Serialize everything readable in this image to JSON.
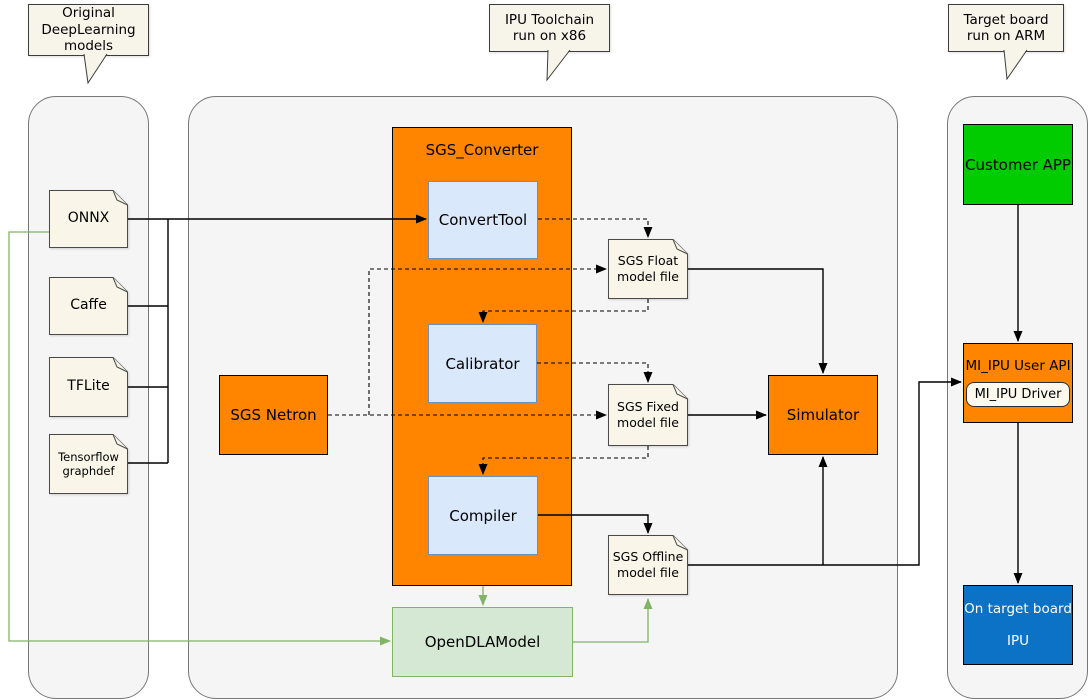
{
  "callouts": {
    "models": "Original\nDeepLearning\nmodels",
    "toolchain": "IPU Toolchain\nrun on x86",
    "target": "Target board\nrun on ARM"
  },
  "source_models": {
    "onnx": "ONNX",
    "caffe": "Caffe",
    "tflite": "TFLite",
    "tf_graphdef": "Tensorflow\ngraphdef"
  },
  "toolchain": {
    "converter_title": "SGS_Converter",
    "convert_tool": "ConvertTool",
    "calibrator": "Calibrator",
    "compiler": "Compiler",
    "netron": "SGS Netron",
    "simulator": "Simulator",
    "float_file": "SGS Float\nmodel file",
    "fixed_file": "SGS Fixed\nmodel file",
    "offline_file": "SGS Offline\nmodel file",
    "opendla": "OpenDLAModel"
  },
  "target_board": {
    "customer_app": "Customer APP",
    "user_api": "MI_IPU User API",
    "driver": "MI_IPU Driver",
    "ipu_line1": "On target board",
    "ipu_line2": "IPU"
  },
  "colors": {
    "process_orange": "#ff8500",
    "tool_light_blue": "#dae8fc",
    "tool_blue_border": "#6c8ebf",
    "opendla_green_fill": "#d5e8d4",
    "opendla_green_border": "#82b366",
    "customer_app_green": "#00cc00",
    "ipu_blue": "#0b72c5",
    "note_cream": "#f9f5e9",
    "panel_gray": "#f5f5f5"
  }
}
